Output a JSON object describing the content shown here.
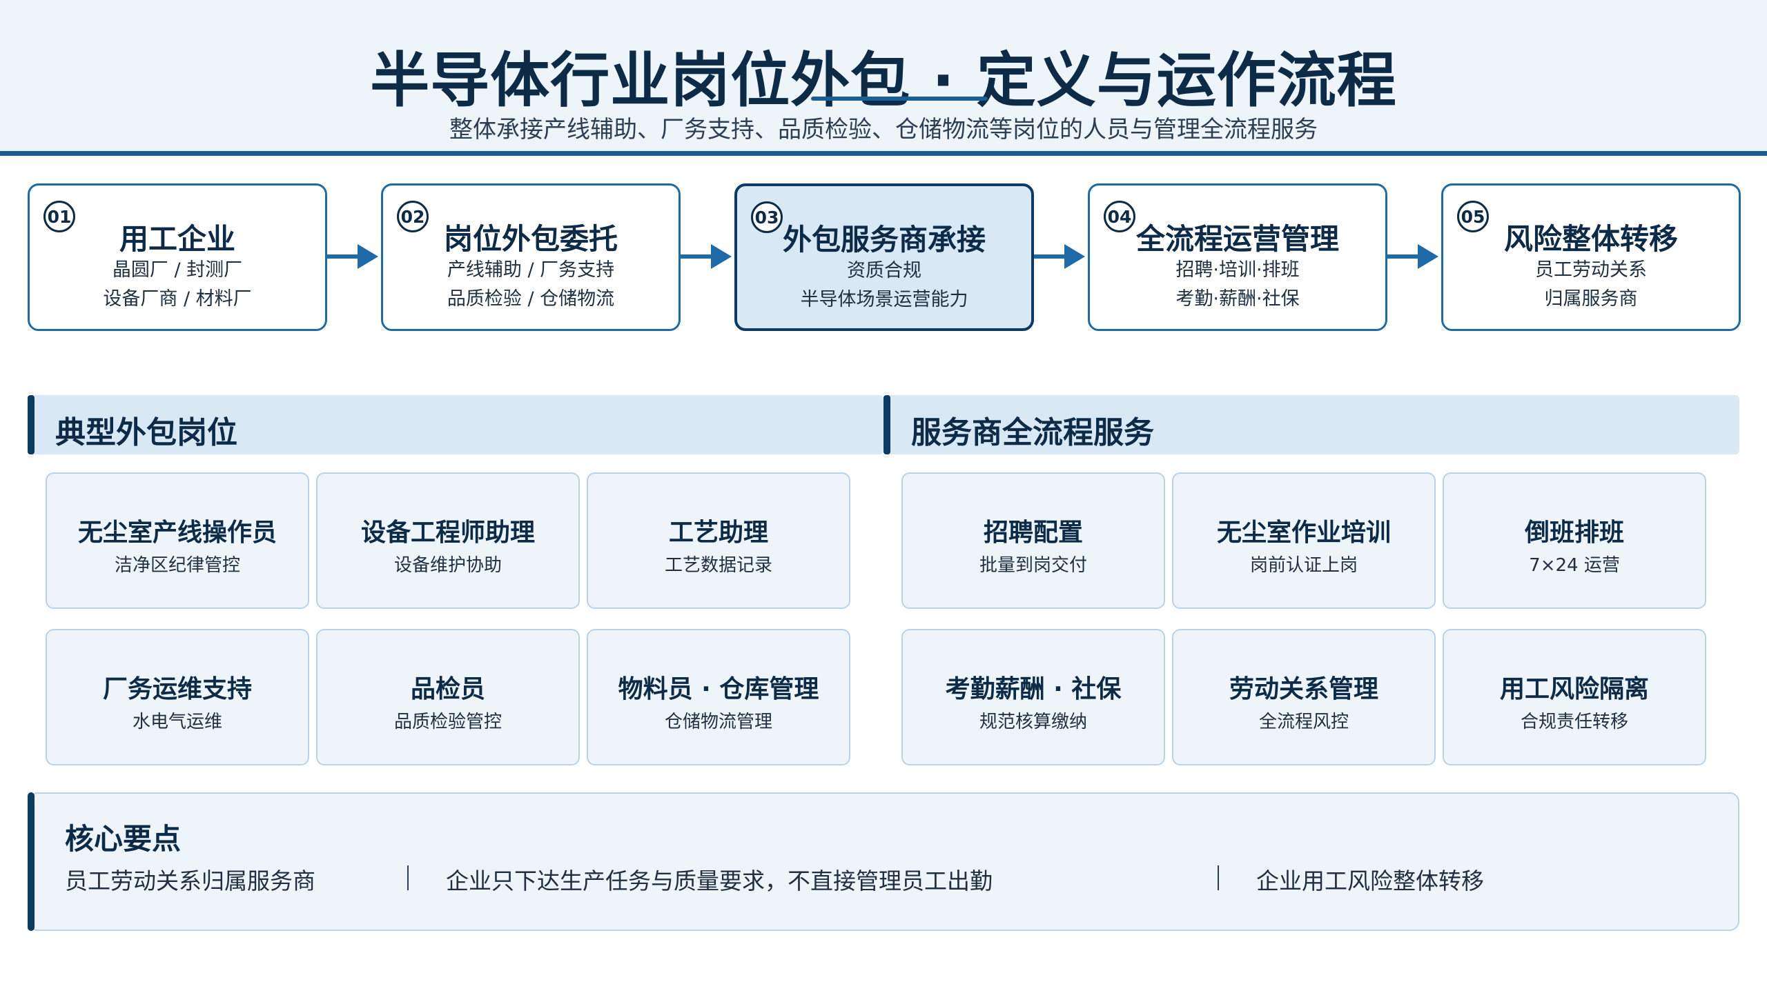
{
  "header": {
    "title": "半导体行业岗位外包 · 定义与运作流程",
    "subtitle": "整体承接产线辅助、厂务支持、品质检验、仓储物流等岗位的人员与管理全流程服务"
  },
  "flow": {
    "steps": [
      {
        "num": "01",
        "title": "用工企业",
        "line1": "晶圆厂 / 封测厂",
        "line2": "设备厂商 / 材料厂"
      },
      {
        "num": "02",
        "title": "岗位外包委托",
        "line1": "产线辅助 / 厂务支持",
        "line2": "品质检验 / 仓储物流"
      },
      {
        "num": "03",
        "title": "外包服务商承接",
        "line1": "资质合规",
        "line2": "半导体场景运营能力"
      },
      {
        "num": "04",
        "title": "全流程运营管理",
        "line1": "招聘·培训·排班",
        "line2": "考勤·薪酬·社保"
      },
      {
        "num": "05",
        "title": "风险整体转移",
        "line1": "员工劳动关系",
        "line2": "归属服务商"
      }
    ]
  },
  "positions": {
    "heading": "典型外包岗位",
    "cards": [
      {
        "title": "无尘室产线操作员",
        "sub": "洁净区纪律管控"
      },
      {
        "title": "设备工程师助理",
        "sub": "设备维护协助"
      },
      {
        "title": "工艺助理",
        "sub": "工艺数据记录"
      },
      {
        "title": "厂务运维支持",
        "sub": "水电气运维"
      },
      {
        "title": "品检员",
        "sub": "品质检验管控"
      },
      {
        "title": "物料员 · 仓库管理",
        "sub": "仓储物流管理"
      }
    ]
  },
  "services": {
    "heading": "服务商全流程服务",
    "cards": [
      {
        "title": "招聘配置",
        "sub": "批量到岗交付"
      },
      {
        "title": "无尘室作业培训",
        "sub": "岗前认证上岗"
      },
      {
        "title": "倒班排班",
        "sub": "7×24 运营"
      },
      {
        "title": "考勤薪酬 · 社保",
        "sub": "规范核算缴纳"
      },
      {
        "title": "劳动关系管理",
        "sub": "全流程风控"
      },
      {
        "title": "用工风险隔离",
        "sub": "合规责任转移"
      }
    ]
  },
  "core": {
    "title": "核心要点",
    "points": [
      "员工劳动关系归属服务商",
      "企业只下达生产任务与质量要求，不直接管理员工出勤",
      "企业用工风险整体转移"
    ]
  },
  "colors": {
    "primary": "#0d2a47",
    "accent": "#1a5f94",
    "arrow": "#1e6aa6",
    "card_bg": "#edf4fa",
    "active_bg": "#d8e8f5"
  }
}
